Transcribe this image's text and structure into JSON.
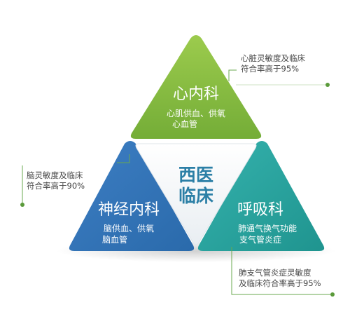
{
  "center": {
    "line1": "西医",
    "line2": "临床"
  },
  "top": {
    "title": "心内科",
    "sub1": "心肌供血、供氧",
    "sub2": "心血管",
    "note1": "心脏灵敏度及临床",
    "note2": "符合率高于95%",
    "color": "#82b83f"
  },
  "left": {
    "title": "神经内科",
    "sub1": "脑供血、供氧",
    "sub2": "脑血管",
    "note1": "脑灵敏度及临床",
    "note2": "符合率高于90%",
    "color": "#3d7bbf"
  },
  "right": {
    "title": "呼吸科",
    "sub1": "肺通气换气功能",
    "sub2": "支气管炎症",
    "note1": "肺支气管炎症灵敏度",
    "note2": "及临床符合率高于95%",
    "color": "#2aa6a3"
  },
  "connector_color": "#5a9a3a"
}
